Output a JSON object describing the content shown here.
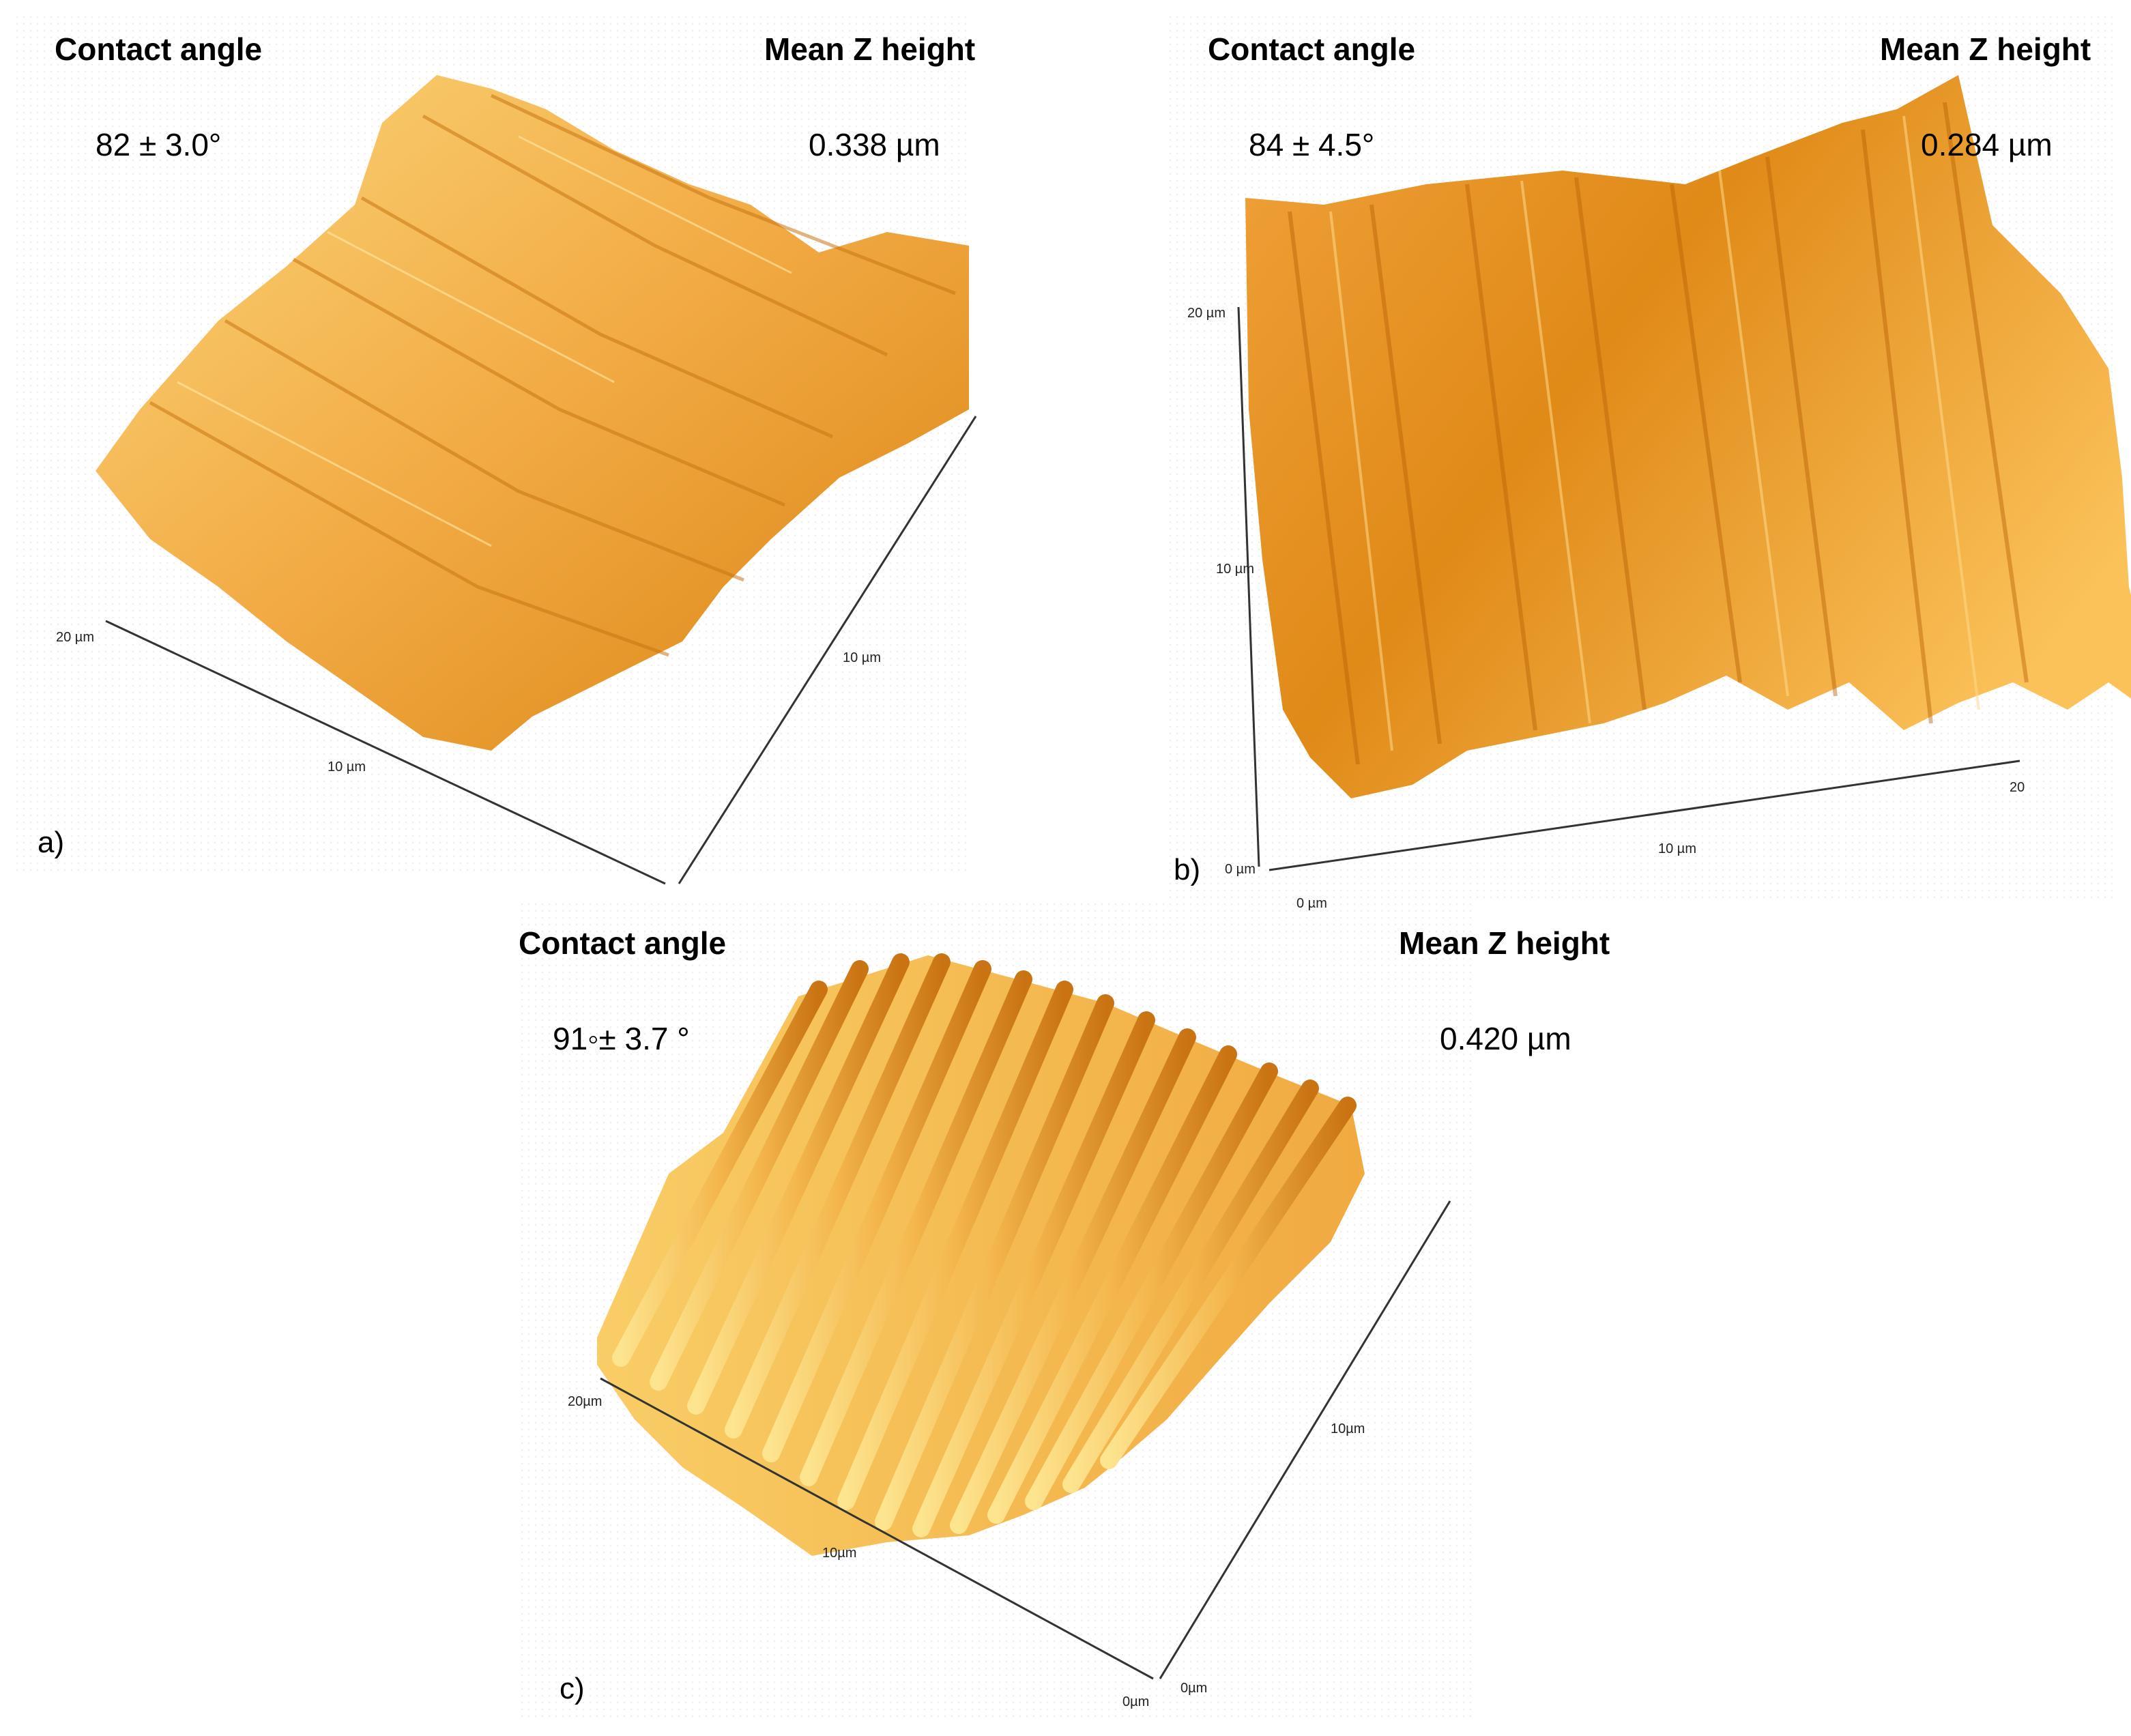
{
  "panels": [
    {
      "letter": "a)",
      "contact_angle_label": "Contact angle",
      "contact_angle_value": "82 ± 3.0°",
      "z_label": "Mean Z height",
      "z_value": "0.338 µm",
      "axis_ticks": [
        "20 µm",
        "10 µm",
        "10 µm"
      ]
    },
    {
      "letter": "b)",
      "contact_angle_label": "Contact angle",
      "contact_angle_value": "84 ± 4.5°",
      "z_label": "Mean Z height",
      "z_value": "0.284 µm",
      "axis_ticks": [
        "20 µm",
        "10 µm",
        "0 µm",
        "0 µm",
        "10 µm",
        "20"
      ]
    },
    {
      "letter": "c)",
      "contact_angle_label": "Contact angle",
      "contact_angle_value": "91◦± 3.7 °",
      "z_label": "Mean Z height",
      "z_value": "0.420 µm",
      "axis_ticks": [
        "20µm",
        "10µm",
        "10µm",
        "0µm",
        "0µm"
      ]
    }
  ],
  "colors": {
    "surface_light": "#fbd77a",
    "surface_mid": "#f0a23a",
    "surface_dark": "#c86a08"
  }
}
